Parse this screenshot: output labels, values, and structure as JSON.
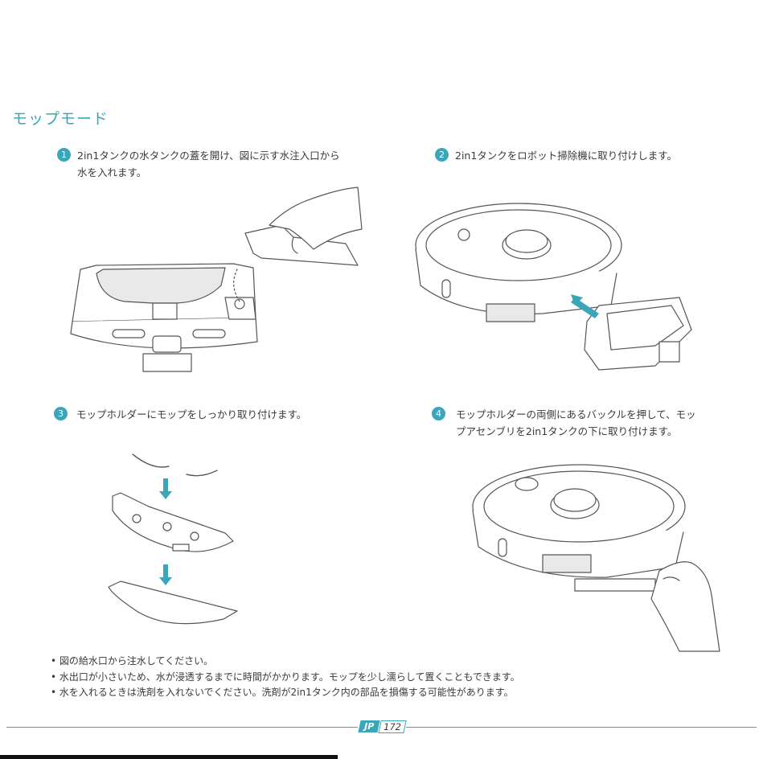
{
  "section_title": "モップモード",
  "steps": [
    {
      "number": "1",
      "lines": [
        "2in1タンクの水タンクの蓋を開け、図に示す水注入口から",
        "水を入れます。"
      ]
    },
    {
      "number": "2",
      "lines": [
        "2in1タンクをロボット掃除機に取り付けします。"
      ]
    },
    {
      "number": "3",
      "lines": [
        "モップホルダーにモップをしっかり取り付けます。"
      ]
    },
    {
      "number": "4",
      "lines": [
        "モップホルダーの両側にあるバックルを押して、モッ",
        "プアセンブリを2in1タンクの下に取り付けます。"
      ]
    }
  ],
  "notes": [
    "• 図の給水口から注水してください。",
    "• 水出口が小さいため、水が浸透するまでに時間がかかります。モップを少し濡らして置くこともできます。",
    "• 水を入れるときは洗剤を入れないでください。洗剤が2in1タンク内の部品を損傷する可能性があります。"
  ],
  "footer": {
    "lang": "JP",
    "page": "172"
  },
  "colors": {
    "accent": "#3aa6b9",
    "text": "#3a3a3a",
    "line": "#555555"
  }
}
